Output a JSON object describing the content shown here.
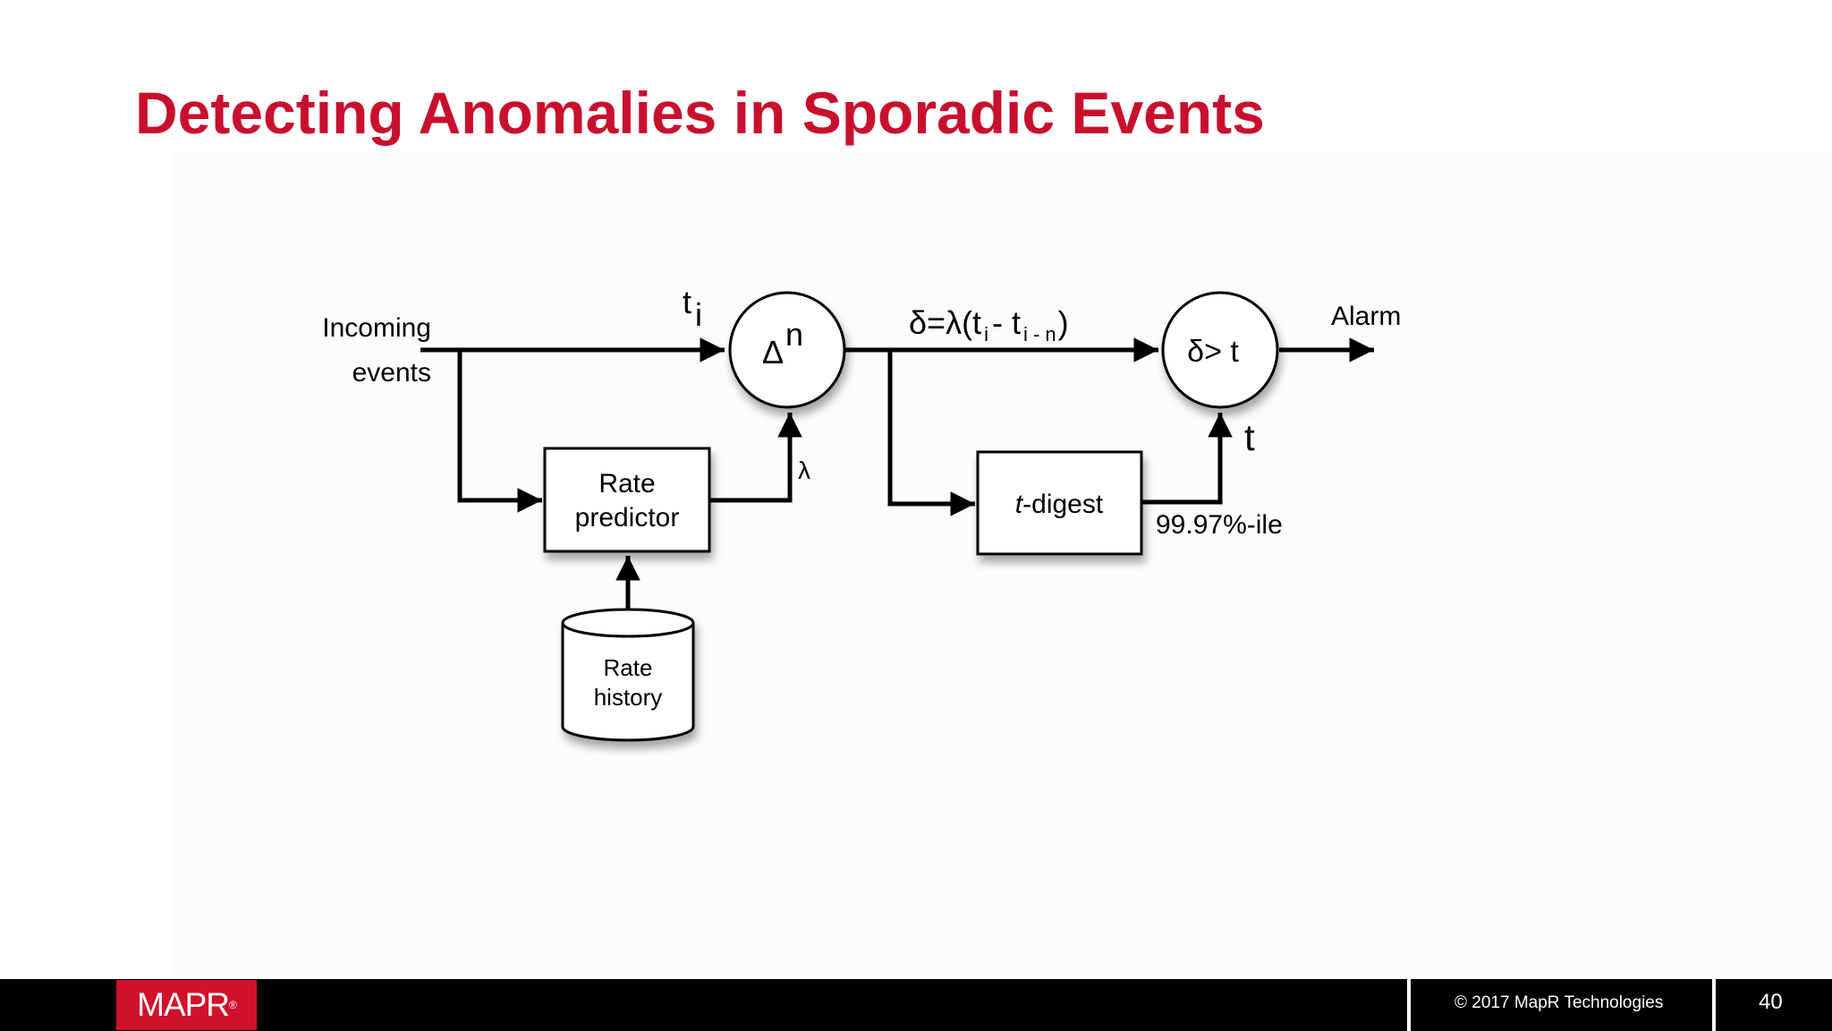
{
  "slide": {
    "title": "Detecting Anomalies in Sporadic Events"
  },
  "diagram": {
    "input_label_line1": "Incoming",
    "input_label_line2": "events",
    "t_i_base": "t",
    "t_i_sub": "i",
    "lambda_label": "λ",
    "delta_node_base": "Δ",
    "delta_node_sup": "n",
    "rate_predictor_line1": "Rate",
    "rate_predictor_line2": "predictor",
    "rate_history_line1": "Rate",
    "rate_history_line2": "history",
    "formula_pre": "δ=λ(t",
    "formula_sub1": "i",
    "formula_mid": "- t",
    "formula_sub2": "i - n",
    "formula_post": ")",
    "tdigest_italic": "t",
    "tdigest_rest": "-digest",
    "percentile_label": "99.97%-ile",
    "threshold_symbol": "t",
    "comparator_label": "δ> t",
    "alarm_label": "Alarm"
  },
  "footer": {
    "logo_text": "MAPR",
    "logo_mark": "®",
    "copyright": "© 2017 MapR Technologies",
    "page_number": "40"
  },
  "colors": {
    "title": "#c8102e",
    "logo_bg": "#d0112b",
    "footer_bg": "#000000"
  }
}
